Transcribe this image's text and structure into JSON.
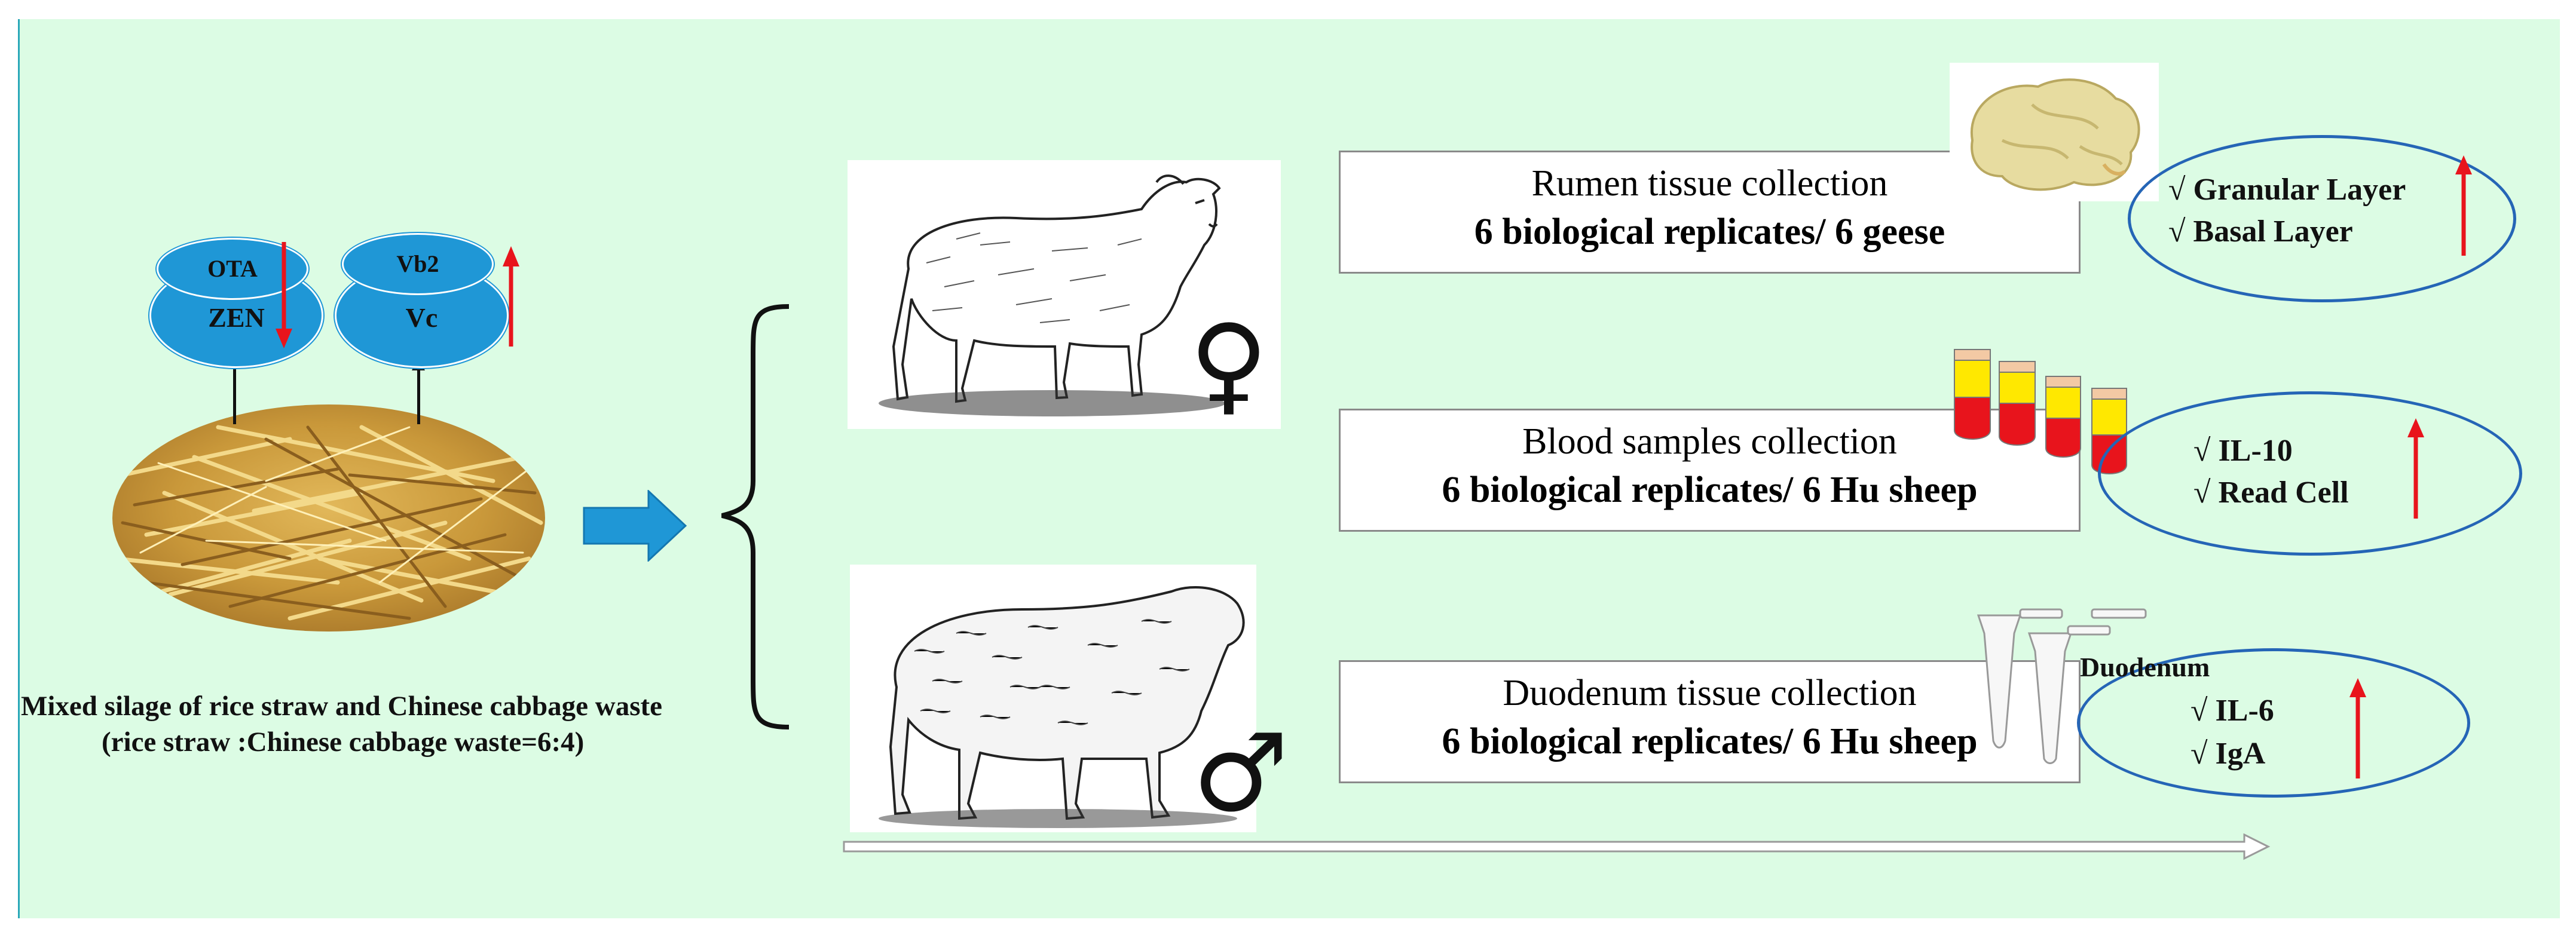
{
  "left": {
    "caption_line1": "Mixed silage of rice straw and Chinese cabbage waste",
    "caption_line2": "(rice straw :Chinese cabbage waste=6:4)",
    "decrease_group": {
      "top": "OTA",
      "bottom": "ZEN"
    },
    "increase_group": {
      "top": "Vb2",
      "bottom": "Vc"
    }
  },
  "sex_symbols": {
    "female": "♀",
    "male": "♂"
  },
  "rows": [
    {
      "title": "Rumen tissue collection",
      "replicates": "6 biological replicates/ 6 geese",
      "results": [
        "√ Granular Layer",
        "√ Basal Layer"
      ],
      "result_heading": ""
    },
    {
      "title": "Blood samples collection",
      "replicates": "6 biological replicates/ 6 Hu sheep",
      "results": [
        "√ IL-10",
        "√ Read Cell"
      ],
      "result_heading": ""
    },
    {
      "title": "Duodenum tissue collection",
      "replicates": "6 biological replicates/ 6 Hu sheep",
      "results": [
        "√ IL-6",
        "√ IgA"
      ],
      "result_heading": "Duodenum"
    }
  ],
  "colors": {
    "background": "#dcfce4",
    "disk_blue": "#1f97d6",
    "arrow_red": "#e8141c",
    "ellipse_blue": "#2565b6",
    "straw": "#c99a3a"
  }
}
